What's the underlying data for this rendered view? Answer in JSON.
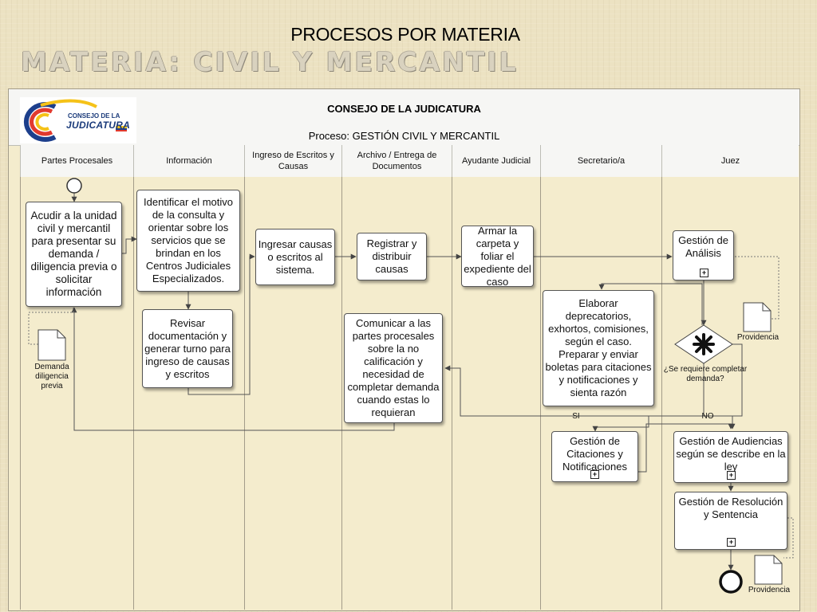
{
  "title": "PROCESOS POR MATERIA",
  "heading": "MATERIA: CIVIL Y MERCANTIL",
  "logo": {
    "line1": "CONSEJO DE LA",
    "line2": "JUDICATURA"
  },
  "header": {
    "org": "CONSEJO DE LA JUDICATURA",
    "process": "Proceso: GESTIÓN CIVIL Y MERCANTIL"
  },
  "lanes": [
    "Partes Procesales",
    "Información",
    "Ingreso de Escritos y Causas",
    "Archivo / Entrega de Documentos",
    "Ayudante Judicial",
    "Secretario/a",
    "Juez"
  ],
  "tasks": {
    "acudir": "Acudir a la unidad civil y mercantil para presentar su demanda / diligencia previa o solicitar información",
    "identificar": "Identificar  el motivo de la consulta y orientar sobre los servicios que se brindan  en los Centros Judiciales Especializados.",
    "revisar": "Revisar documentación y generar turno para ingreso de causas y escritos",
    "ingresar": "Ingresar causas o escritos al sistema.",
    "registrar": "Registrar y distribuir causas",
    "comunicar": "Comunicar a las partes procesales sobre la no calificación y necesidad de completar demanda cuando estas lo requieran",
    "armar": "Armar la carpeta y foliar el expediente del caso",
    "elaborar": "Elaborar deprecatorios, exhortos, comisiones, según el caso. Preparar y enviar boletas para citaciones y notificaciones y sienta razón",
    "analisis": "Gestión de Análisis",
    "citaciones": "Gestión de Citaciones y Notificaciones",
    "audiencias": "Gestión  de Audiencias según se describe en la ley",
    "resolucion": "Gestión de Resolución y Sentencia"
  },
  "documents": {
    "demanda": "Demanda diligencia previa",
    "providencia1": "Providencia",
    "providencia2": "Providencia"
  },
  "gateway": {
    "question": "¿Se requiere completar demanda?",
    "yes": "SI",
    "no": "NO"
  },
  "subprocess_marker": "+",
  "colors": {
    "background": "#ece2c2",
    "lane_fill": "#f4eccd",
    "header_fill": "#f6f6f4",
    "line": "#555555"
  }
}
